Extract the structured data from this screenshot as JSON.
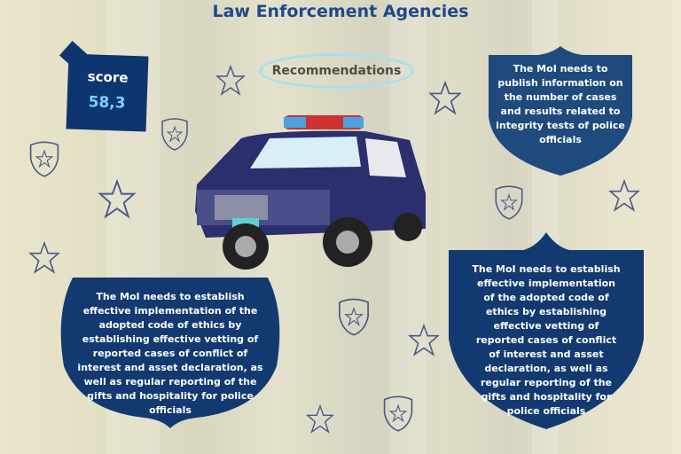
{
  "header": {
    "title": "Law Enforcement Agencies"
  },
  "score": {
    "label": "score",
    "value": "58,3"
  },
  "recommendations_label": "Recommendations",
  "recommendations": [
    "The MoI needs to publish information on the number of cases and results related to integrity tests of police officials",
    "The MoI needs to establish effective implementation of the adopted code of ethics by establishing effective vetting of reported cases of conflict of interest and asset declaration, as well as regular reporting of the gifts and hospitality for police officials",
    "The MoI needs to establish effective implementation of the adopted code of ethics by establishing effective vetting of reported cases of conflict of interest and asset declaration, as well as regular reporting of the gifts and hospitality for police officials"
  ],
  "colors": {
    "navy": "#1f4a7d",
    "title": "#1f4a8a",
    "score_value": "#7fd0f5"
  }
}
